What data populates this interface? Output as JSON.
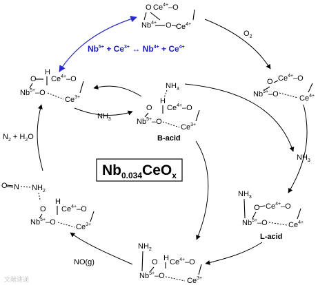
{
  "center_title": {
    "main": "Nb",
    "sub": "0.034",
    "main2": "CeO",
    "sub2": "x"
  },
  "blue_equation": "Nb5+ + Ce3+ ↔ Nb4+ + Ce4+",
  "reagents": {
    "o2": "O2",
    "nh3_right": "NH3",
    "nh3_left": "NH3",
    "n2_h2o": "N2 + H2O",
    "no_gas": "NO(g)"
  },
  "labels": {
    "b_acid": "B-acid",
    "l_acid": "L-acid"
  },
  "watermark": "文献速递"
}
